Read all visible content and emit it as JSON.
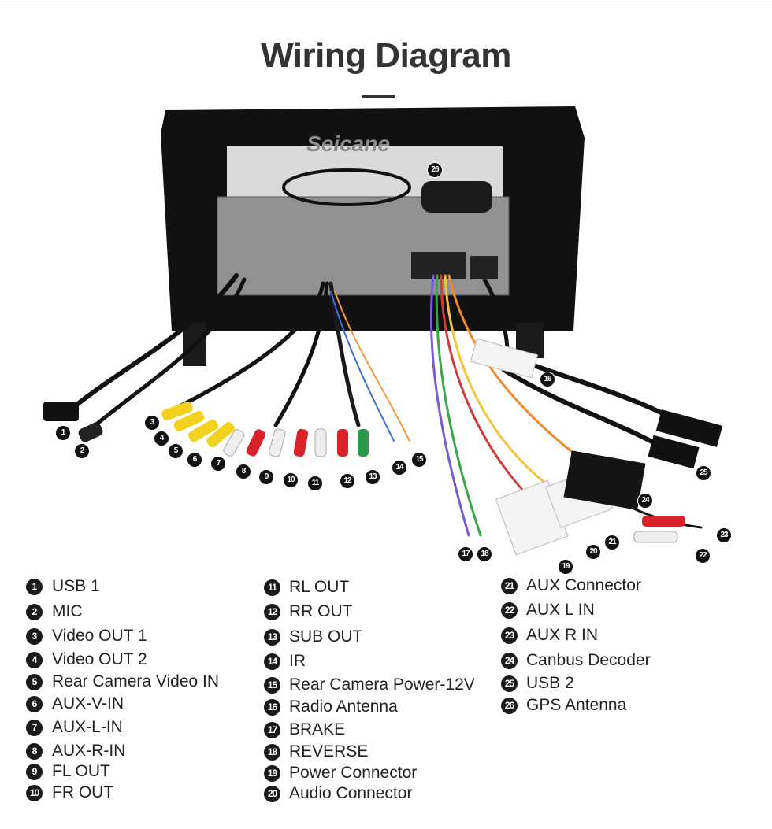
{
  "title": "Wiring Diagram",
  "watermark": "Seicane",
  "legend": {
    "items": [
      {
        "num": "1",
        "label": "USB 1"
      },
      {
        "num": "2",
        "label": "MIC"
      },
      {
        "num": "3",
        "label": "Video OUT 1"
      },
      {
        "num": "4",
        "label": "Video OUT 2"
      },
      {
        "num": "5",
        "label": "Rear Camera Video IN"
      },
      {
        "num": "6",
        "label": "AUX-V-IN"
      },
      {
        "num": "7",
        "label": "AUX-L-IN"
      },
      {
        "num": "8",
        "label": "AUX-R-IN"
      },
      {
        "num": "9",
        "label": "FL OUT"
      },
      {
        "num": "10",
        "label": "FR OUT"
      },
      {
        "num": "11",
        "label": "RL OUT"
      },
      {
        "num": "12",
        "label": "RR OUT"
      },
      {
        "num": "13",
        "label": "SUB OUT"
      },
      {
        "num": "14",
        "label": "IR"
      },
      {
        "num": "15",
        "label": "Rear Camera Power-12V"
      },
      {
        "num": "16",
        "label": "Radio Antenna"
      },
      {
        "num": "17",
        "label": "BRAKE"
      },
      {
        "num": "18",
        "label": "REVERSE"
      },
      {
        "num": "19",
        "label": "Power Connector"
      },
      {
        "num": "20",
        "label": "Audio Connector"
      },
      {
        "num": "21",
        "label": "AUX Connector"
      },
      {
        "num": "22",
        "label": "AUX L IN"
      },
      {
        "num": "23",
        "label": "AUX R IN"
      },
      {
        "num": "24",
        "label": "Canbus Decoder"
      },
      {
        "num": "25",
        "label": "USB 2"
      },
      {
        "num": "26",
        "label": "GPS Antenna"
      }
    ]
  },
  "colors": {
    "badge": "#1a1a1a",
    "text": "#222222",
    "frame": "#111111",
    "chassis": "#9a9a9a"
  }
}
